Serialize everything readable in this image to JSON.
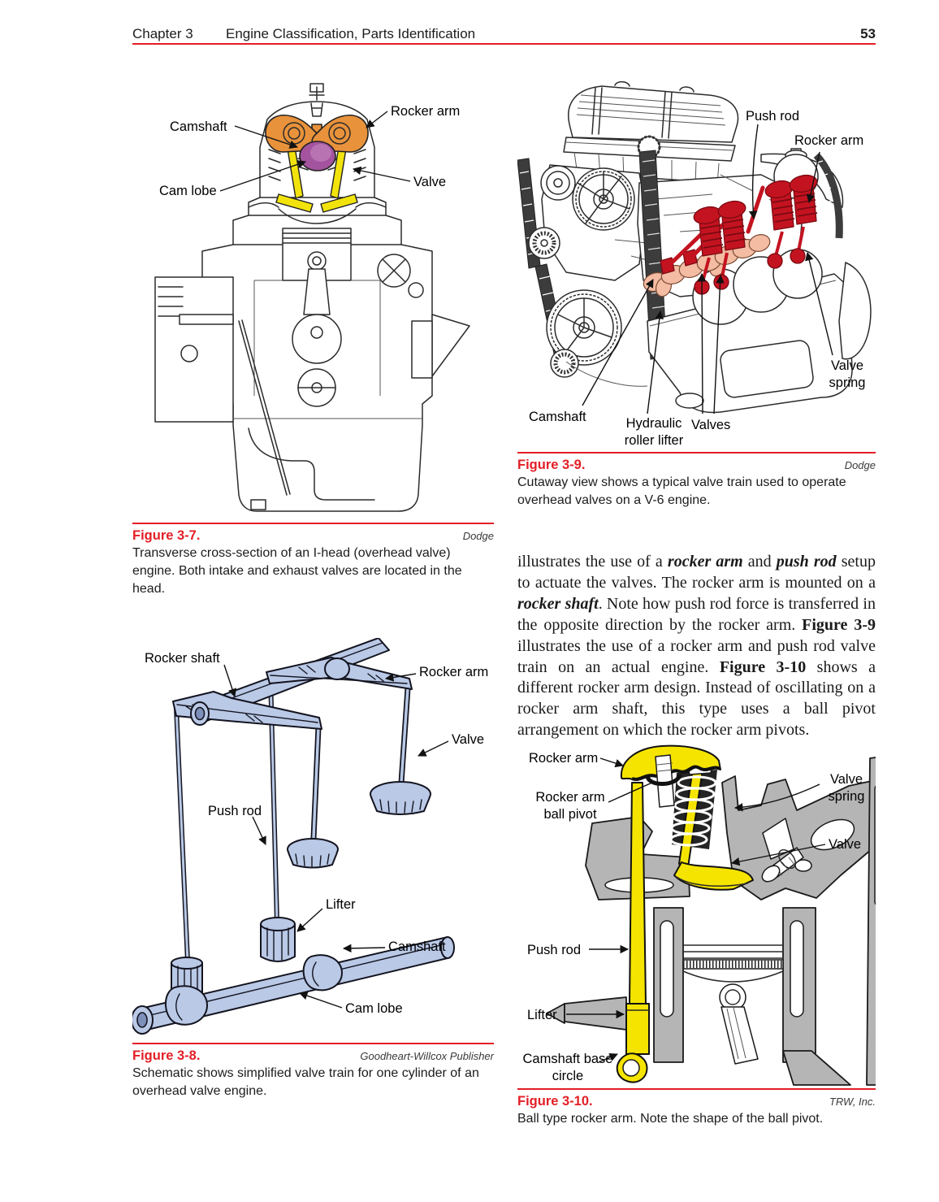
{
  "page_header": {
    "chapter": "Chapter 3",
    "title": "Engine Classification, Parts Identification",
    "page_number": "53"
  },
  "colors": {
    "accent_red": "#e31e26",
    "fig7_orange": "#e8923b",
    "fig7_purple": "#a4539e",
    "fig7_purple_light": "#b873b2",
    "fig7_yellow": "#f2e30c",
    "fig8_blue": "#b9c9e6",
    "fig8_blue_dark": "#7d90ba",
    "fig9_red": "#c41320",
    "fig9_salmon": "#f3bca3",
    "fig10_yellow": "#f5e400",
    "fig10_gray": "#b5b5b5"
  },
  "figures": {
    "fig7": {
      "id": "Figure 3-7.",
      "credit": "Dodge",
      "caption": "Transverse cross-section of an I-head (overhead valve) engine. Both intake and exhaust valves are located in the head.",
      "labels": {
        "camshaft": "Camshaft",
        "rocker_arm": "Rocker arm",
        "cam_lobe": "Cam lobe",
        "valve": "Valve"
      }
    },
    "fig8": {
      "id": "Figure 3-8.",
      "credit": "Goodheart-Willcox Publisher",
      "caption": "Schematic shows simplified valve train for one cylinder of an overhead valve engine.",
      "labels": {
        "rocker_shaft": "Rocker shaft",
        "rocker_arm": "Rocker arm",
        "valve": "Valve",
        "push_rod": "Push rod",
        "lifter": "Lifter",
        "camshaft": "Camshaft",
        "cam_lobe": "Cam lobe"
      }
    },
    "fig9": {
      "id": "Figure 3-9.",
      "credit": "Dodge",
      "caption": "Cutaway view shows a typical valve train used to operate overhead valves on a V-6 engine.",
      "labels": {
        "push_rod": "Push rod",
        "rocker_arm": "Rocker arm",
        "valve_spring": "Valve spring",
        "camshaft": "Camshaft",
        "hydraulic_roller_lifter": "Hydraulic roller lifter",
        "valves": "Valves"
      }
    },
    "fig10": {
      "id": "Figure 3-10.",
      "credit": "TRW, Inc.",
      "caption": "Ball type rocker arm. Note the shape of the ball pivot.",
      "labels": {
        "rocker_arm": "Rocker arm",
        "rocker_arm_ball_pivot": "Rocker arm ball pivot",
        "valve_spring": "Valve spring",
        "valve": "Valve",
        "push_rod": "Push rod",
        "lifter": "Lifter",
        "camshaft_base_circle": "Camshaft base circle"
      }
    }
  },
  "body_text": {
    "runs": [
      {
        "text": "illustrates the use of a ",
        "style": "normal"
      },
      {
        "text": "rocker arm",
        "style": "bold-italic"
      },
      {
        "text": " and ",
        "style": "normal"
      },
      {
        "text": "push rod",
        "style": "bold-italic"
      },
      {
        "text": " setup to actuate the valves. The rocker arm is mounted on a ",
        "style": "normal"
      },
      {
        "text": "rocker shaft",
        "style": "bold-italic"
      },
      {
        "text": ". Note how push rod force is transferred in the opposite direction by the rocker arm. ",
        "style": "normal"
      },
      {
        "text": "Figure 3-9",
        "style": "bold"
      },
      {
        "text": " illustrates the use of a rocker arm and push rod valve train on an actual engine. ",
        "style": "normal"
      },
      {
        "text": "Figure 3-10",
        "style": "bold"
      },
      {
        "text": " shows a different rocker arm design. Instead of oscillating on a rocker arm shaft, this type uses a ball pivot arrangement on which the rocker arm pivots.",
        "style": "normal"
      }
    ]
  }
}
